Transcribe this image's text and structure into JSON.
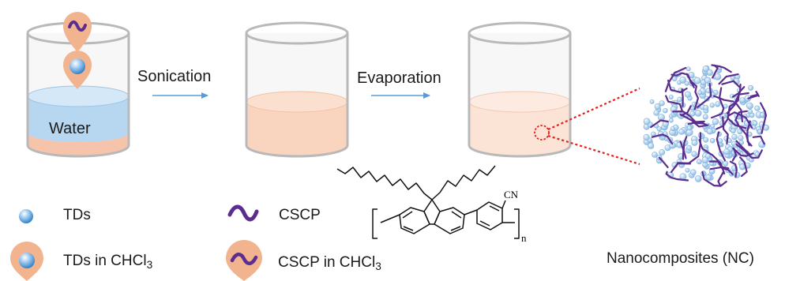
{
  "steps": [
    {
      "label": "Sonication"
    },
    {
      "label": "Evaporation"
    }
  ],
  "beaker1": {
    "water_label": "Water"
  },
  "result": {
    "label": "Nanocomposites (NC)"
  },
  "legend": {
    "tds": "TDs",
    "tds_in_chcl3": {
      "prefix": "TDs in CHCl",
      "sub": "3"
    },
    "cscp": "CSCP",
    "cscp_in_chcl3": {
      "prefix": "CSCP in CHCl",
      "sub": "3"
    }
  },
  "structure": {
    "cn": "CN",
    "n": "n"
  },
  "colors": {
    "beaker_outline": "#b9b9b9",
    "water_blue": "#b7d6ef",
    "chcl3_peach": "#f6c4aa",
    "droplet": "#f2b48e",
    "polymer_purple": "#6a3d9a",
    "td_blue": "#5aa3dd",
    "arrow_blue": "#5b9bd5",
    "zoom_red": "#e02020"
  },
  "icons": [
    "td-sphere-icon",
    "chcl3-droplet-icon",
    "polymer-chain-icon"
  ]
}
